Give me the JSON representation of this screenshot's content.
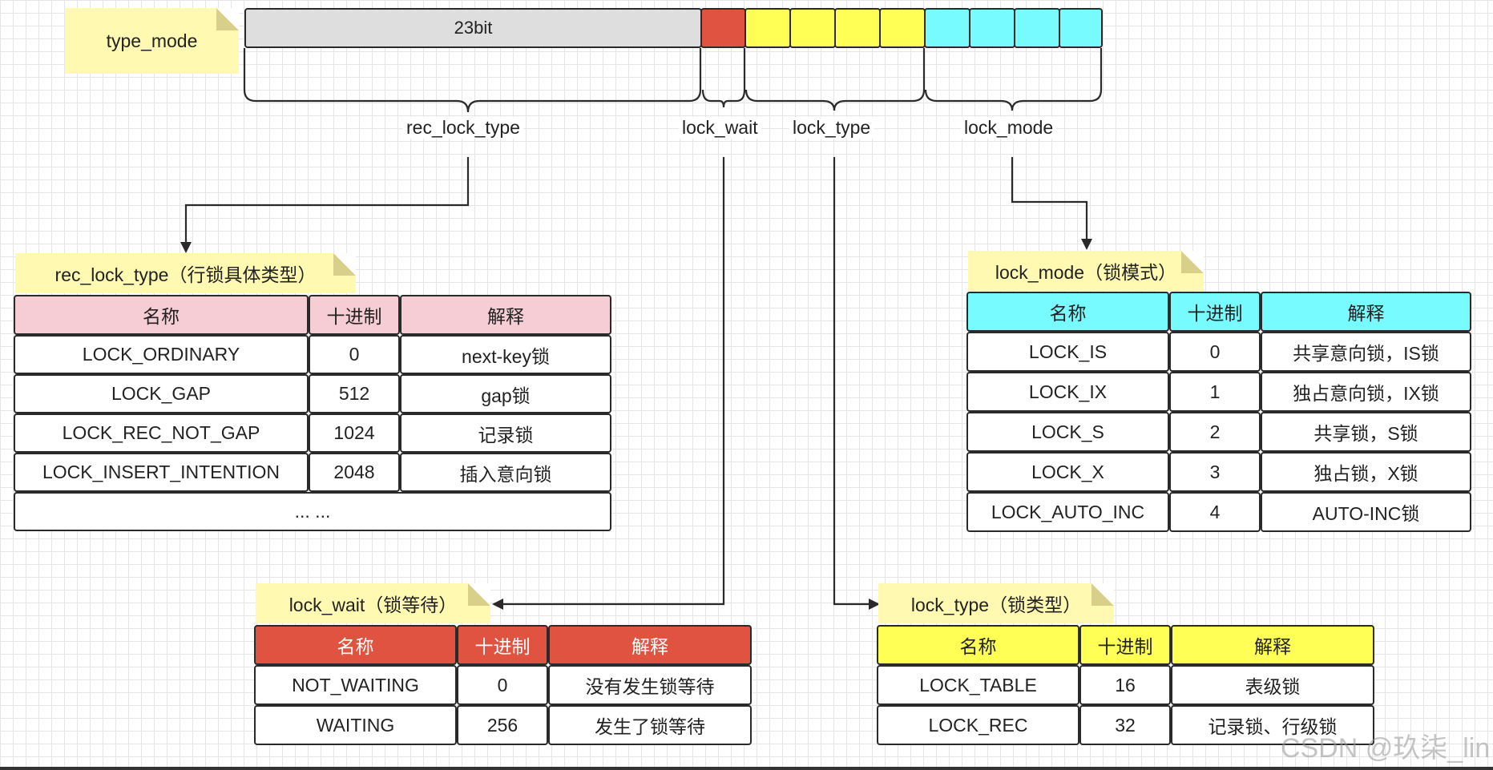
{
  "type_mode_note": "type_mode",
  "bit_label": "23bit",
  "field_labels": {
    "rec_lock_type": "rec_lock_type",
    "lock_wait": "lock_wait",
    "lock_type": "lock_type",
    "lock_mode": "lock_mode"
  },
  "colors": {
    "gray": "#dedede",
    "red": "#e05340",
    "yellow": "#ffff55",
    "cyan": "#77fbff",
    "pink": "#f6cdd4",
    "note": "#fff9b1"
  },
  "rec_lock_type": {
    "title": "rec_lock_type（行锁具体类型）",
    "headers": [
      "名称",
      "十进制",
      "解释"
    ],
    "rows": [
      [
        "LOCK_ORDINARY",
        "0",
        "next-key锁"
      ],
      [
        "LOCK_GAP",
        "512",
        "gap锁"
      ],
      [
        "LOCK_REC_NOT_GAP",
        "1024",
        "记录锁"
      ],
      [
        "LOCK_INSERT_INTENTION",
        "2048",
        "插入意向锁"
      ]
    ],
    "more": "... ..."
  },
  "lock_mode": {
    "title": "lock_mode（锁模式）",
    "headers": [
      "名称",
      "十进制",
      "解释"
    ],
    "rows": [
      [
        "LOCK_IS",
        "0",
        "共享意向锁，IS锁"
      ],
      [
        "LOCK_IX",
        "1",
        "独占意向锁，IX锁"
      ],
      [
        "LOCK_S",
        "2",
        "共享锁，S锁"
      ],
      [
        "LOCK_X",
        "3",
        "独占锁，X锁"
      ],
      [
        "LOCK_AUTO_INC",
        "4",
        "AUTO-INC锁"
      ]
    ]
  },
  "lock_wait": {
    "title": "lock_wait（锁等待）",
    "headers": [
      "名称",
      "十进制",
      "解释"
    ],
    "rows": [
      [
        "NOT_WAITING",
        "0",
        "没有发生锁等待"
      ],
      [
        "WAITING",
        "256",
        "发生了锁等待"
      ]
    ]
  },
  "lock_type": {
    "title": "lock_type（锁类型）",
    "headers": [
      "名称",
      "十进制",
      "解释"
    ],
    "rows": [
      [
        "LOCK_TABLE",
        "16",
        "表级锁"
      ],
      [
        "LOCK_REC",
        "32",
        "记录锁、行级锁"
      ]
    ]
  },
  "watermark": "CSDN @玖柒_lin"
}
